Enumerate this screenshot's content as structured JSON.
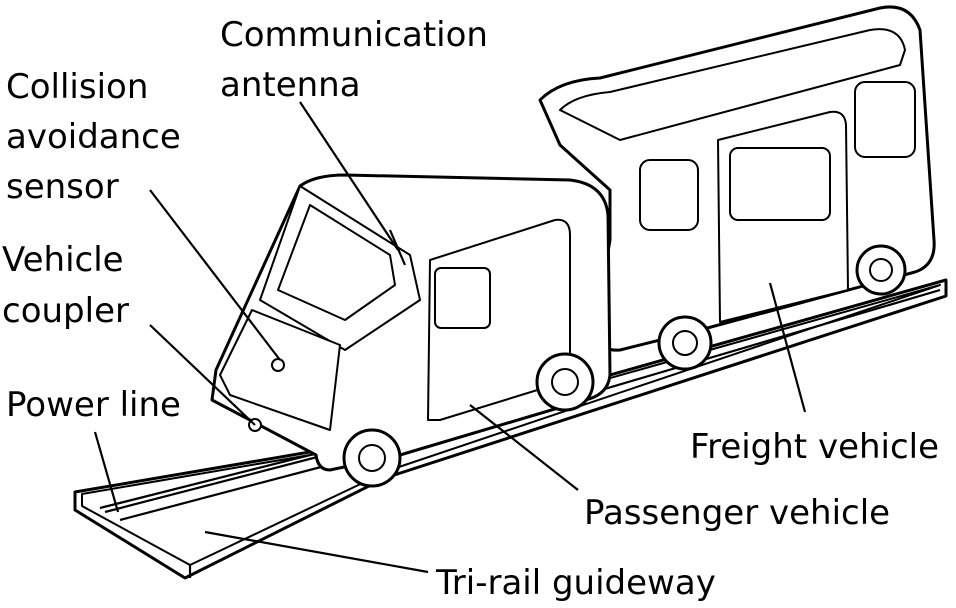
{
  "labels": {
    "communication_antenna_line1": "Communication",
    "communication_antenna_line2": "antenna",
    "collision_sensor_line1": "Collision",
    "collision_sensor_line2": "avoidance",
    "collision_sensor_line3": "sensor",
    "vehicle_coupler_line1": "Vehicle",
    "vehicle_coupler_line2": "coupler",
    "power_line": "Power line",
    "freight_vehicle": "Freight vehicle",
    "passenger_vehicle": "Passenger vehicle",
    "tri_rail_guideway": "Tri-rail guideway"
  },
  "colors": {
    "ink": "#000000",
    "background": "#ffffff"
  }
}
